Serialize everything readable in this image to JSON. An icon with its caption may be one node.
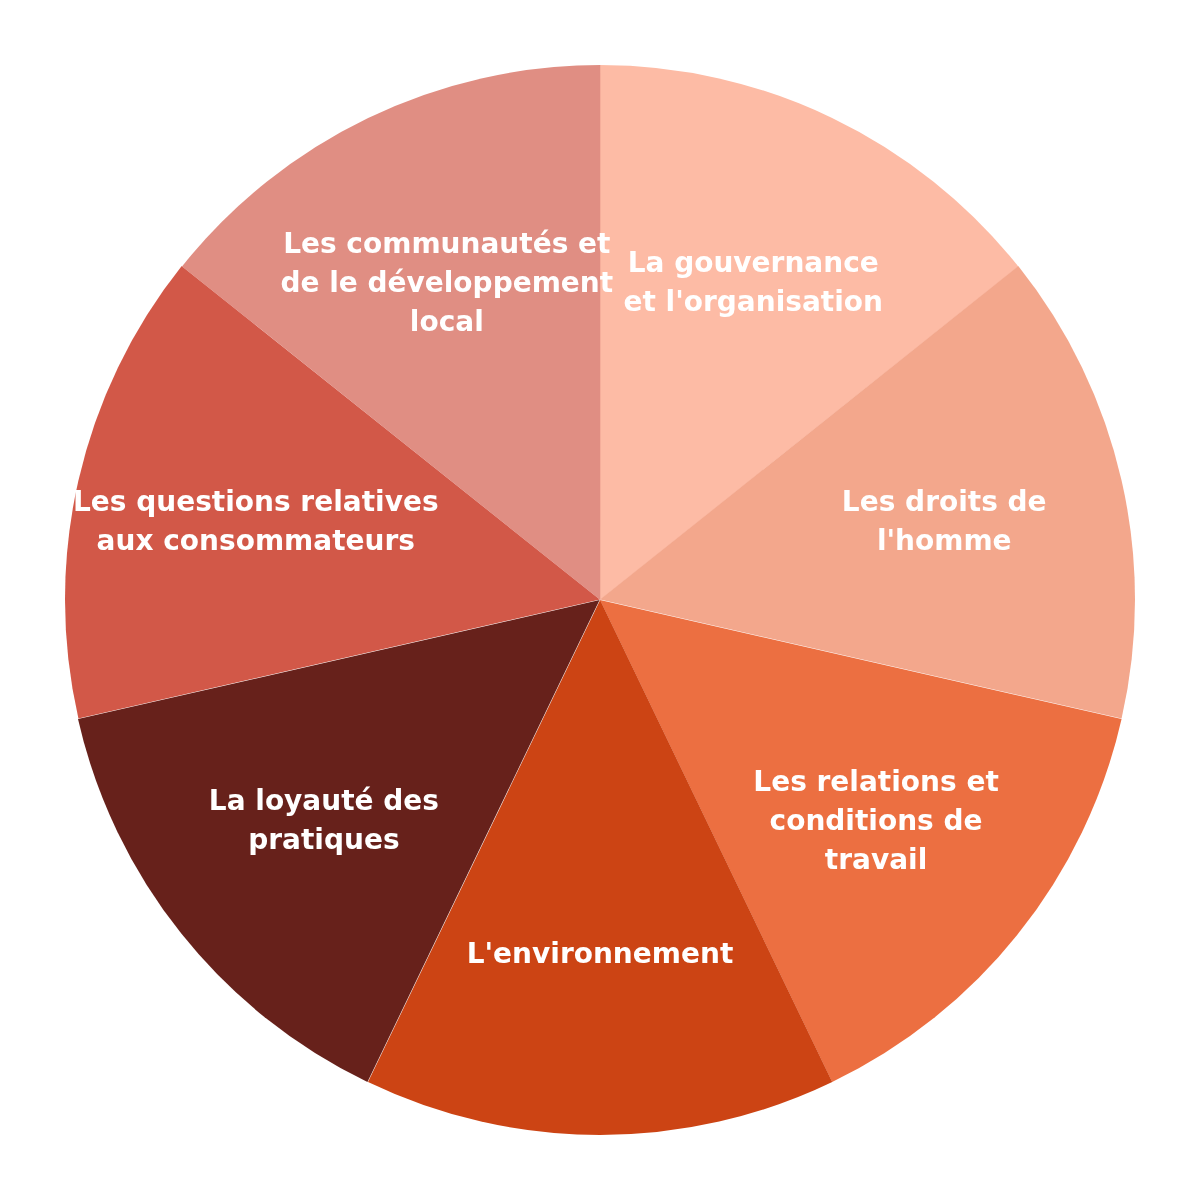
{
  "diagram": {
    "nodes": [
      {
        "text": [
          "La gouvernance et l'organisation"
        ]
      },
      {
        "text": [
          "Les droits de l'homme"
        ]
      },
      {
        "text": [
          "Les relations et conditions de travail"
        ]
      },
      {
        "text": [
          "L'environnement"
        ]
      },
      {
        "text": [
          "La loyauté des pratiques"
        ]
      },
      {
        "text": [
          "Les questions relatives aux consommateurs"
        ]
      },
      {
        "text": [
          "Les communautés et de le développement local"
        ]
      }
    ]
  }
}
